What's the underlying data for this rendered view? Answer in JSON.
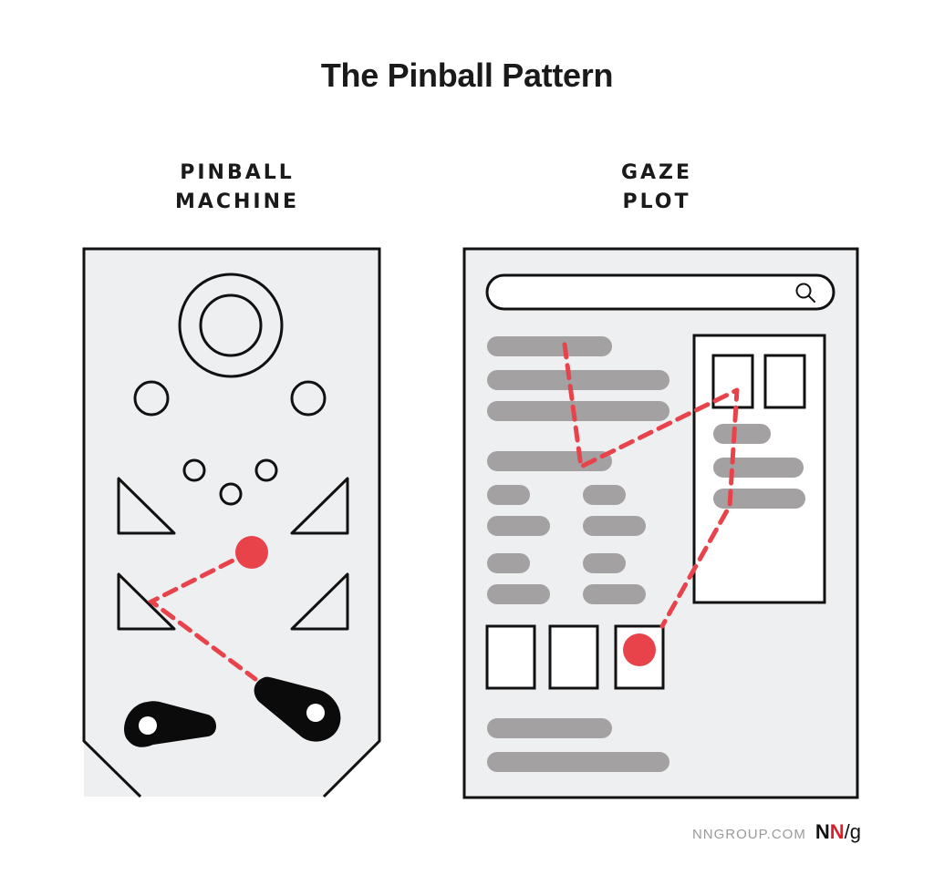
{
  "title": "The Pinball Pattern",
  "left_panel": {
    "heading_line1": "PINBALL",
    "heading_line2": "MACHINE"
  },
  "right_panel": {
    "heading_line1": "GAZE",
    "heading_line2": "PLOT",
    "search_icon": "search-icon"
  },
  "footer": {
    "site": "NNGROUP.COM",
    "logo_n1": "N",
    "logo_n2": "N",
    "logo_slash": "/",
    "logo_g": "g"
  },
  "colors": {
    "panel_fill": "#eeeff1",
    "stroke": "#111111",
    "text_bar": "#a3a1a1",
    "accent_red": "#e8434b",
    "white": "#ffffff"
  }
}
